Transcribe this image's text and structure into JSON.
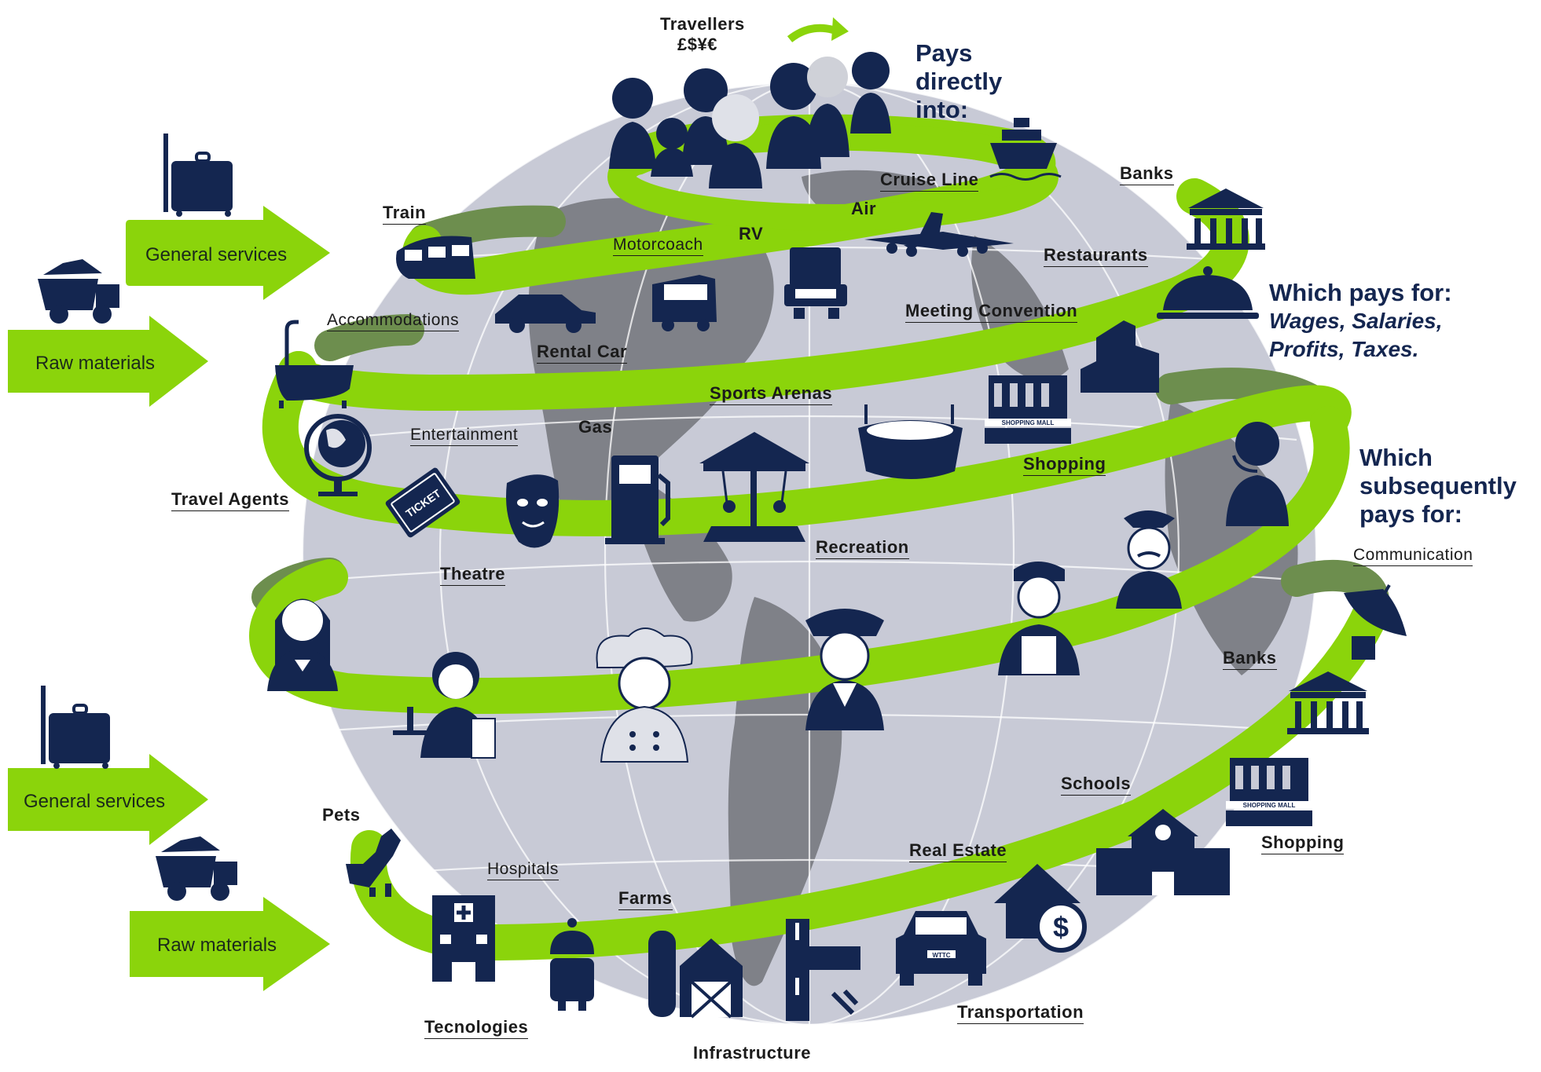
{
  "colors": {
    "green": "#8bd40b",
    "navy": "#142650",
    "globe": "#c8cad6",
    "land": "#7f8188"
  },
  "travellers": {
    "label": "Travellers",
    "currency": "£$¥€"
  },
  "headings": {
    "pays": "Pays directly into:",
    "wages_title": "Which pays for:",
    "wages_line1": "Wages, Salaries,",
    "wages_line2": "Profits, Taxes.",
    "subsequently": "Which subsequently pays for:"
  },
  "side_arrows": {
    "general_top": "General services",
    "raw_top": "Raw materials",
    "general_bottom": "General services",
    "raw_bottom": "Raw materials"
  },
  "labels": {
    "cruise_line": "Cruise Line",
    "banks_top": "Banks",
    "air": "Air",
    "train": "Train",
    "motorcoach": "Motorcoach",
    "rv": "RV",
    "restaurants": "Restaurants",
    "rental_car": "Rental Car",
    "accommodations": "Accommodations",
    "meeting_convention": "Meeting Convention",
    "sports_arenas": "Sports Arenas",
    "entertainment": "Entertainment",
    "gas": "Gas",
    "shopping_top": "Shopping",
    "travel_agents": "Travel Agents",
    "recreation": "Recreation",
    "theatre": "Theatre",
    "communication": "Communication",
    "banks_bottom": "Banks",
    "schools": "Schools",
    "shopping_bottom": "Shopping",
    "pets": "Pets",
    "real_estate": "Real Estate",
    "hospitals": "Hospitals",
    "farms": "Farms",
    "transportation": "Transportation",
    "tecnologies": "Tecnologies",
    "infrastructure": "Infrastructure"
  },
  "icon_text": {
    "ticket": "TICKET",
    "mall": "SHOPPING MALL",
    "taxi": "WTTC"
  }
}
